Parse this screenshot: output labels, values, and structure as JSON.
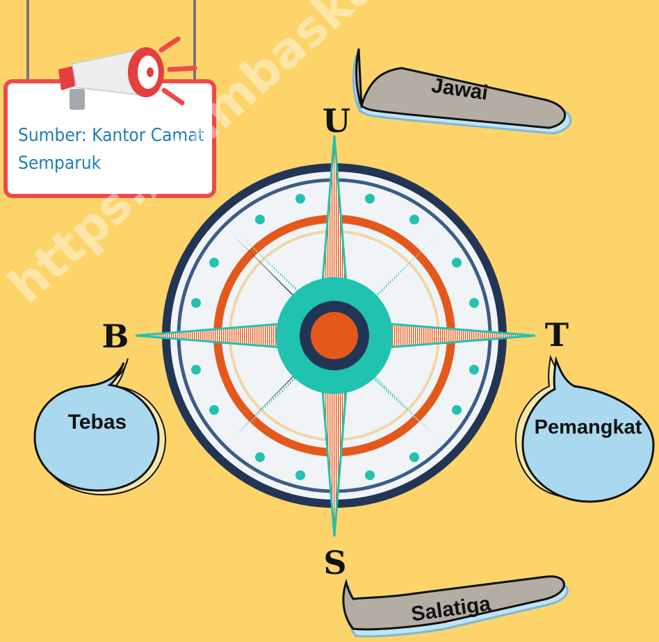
{
  "source": {
    "line1": "Sumber: Kantor Camat",
    "line2": "Semparuk"
  },
  "compass": {
    "north": "U",
    "south": "S",
    "east": "T",
    "west": "B"
  },
  "places": {
    "north": "Jawai",
    "south": "Salatiga",
    "east": "Pemangkat",
    "west": "Tebas"
  },
  "watermark": "https://sambaskab.bps.go.id",
  "colors": {
    "background": "#fdd46a",
    "navy": "#233554",
    "teal": "#20c2b0",
    "orange": "#e4591b",
    "bubble_blue": "#a9d8ef",
    "banner_gray": "#b3ada4",
    "sign_red": "#ef4a4a"
  }
}
